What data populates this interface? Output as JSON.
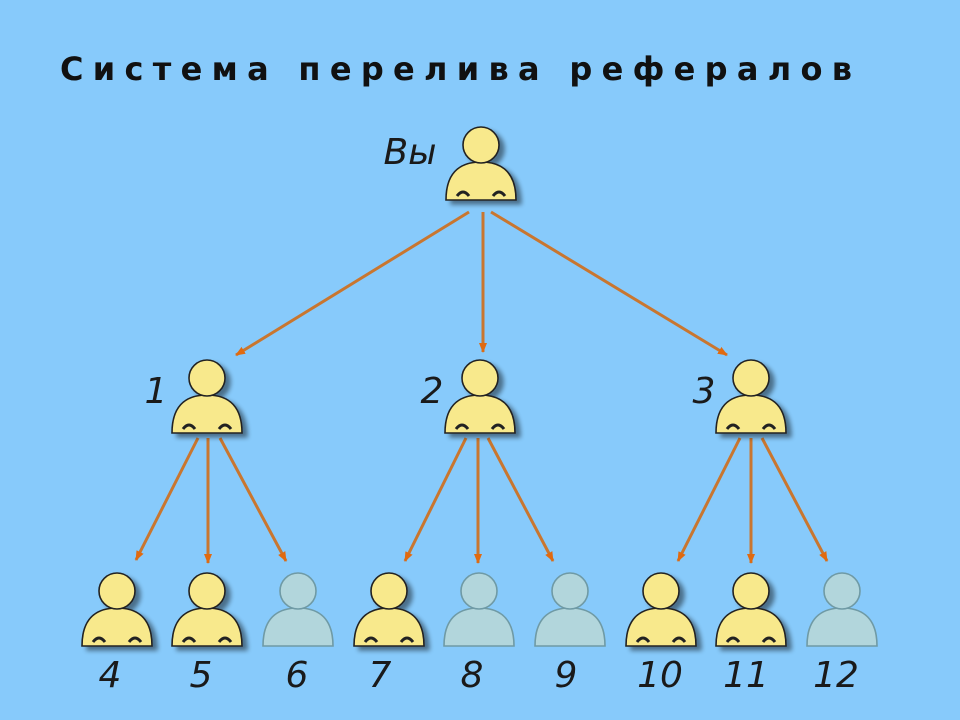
{
  "title": "Система перелива рефералов",
  "nodes": [
    {
      "id": "you",
      "label": "Вы",
      "state": "active"
    },
    {
      "id": "n1",
      "label": "1",
      "state": "active"
    },
    {
      "id": "n2",
      "label": "2",
      "state": "active"
    },
    {
      "id": "n3",
      "label": "3",
      "state": "active"
    },
    {
      "id": "n4",
      "label": "4",
      "state": "active"
    },
    {
      "id": "n5",
      "label": "5",
      "state": "active"
    },
    {
      "id": "n6",
      "label": "6",
      "state": "inactive"
    },
    {
      "id": "n7",
      "label": "7",
      "state": "active"
    },
    {
      "id": "n8",
      "label": "8",
      "state": "inactive"
    },
    {
      "id": "n9",
      "label": "9",
      "state": "inactive"
    },
    {
      "id": "n10",
      "label": "10",
      "state": "active"
    },
    {
      "id": "n11",
      "label": "11",
      "state": "active"
    },
    {
      "id": "n12",
      "label": "12",
      "state": "inactive"
    }
  ],
  "edges": [
    {
      "from": "you",
      "to": "n1"
    },
    {
      "from": "you",
      "to": "n2"
    },
    {
      "from": "you",
      "to": "n3"
    },
    {
      "from": "n1",
      "to": "n4"
    },
    {
      "from": "n1",
      "to": "n5"
    },
    {
      "from": "n1",
      "to": "n6"
    },
    {
      "from": "n2",
      "to": "n7"
    },
    {
      "from": "n2",
      "to": "n8"
    },
    {
      "from": "n2",
      "to": "n9"
    },
    {
      "from": "n3",
      "to": "n10"
    },
    {
      "from": "n3",
      "to": "n11"
    },
    {
      "from": "n3",
      "to": "n12"
    }
  ],
  "colors": {
    "background": "#87CAFB",
    "active_fill": "#F8E98C",
    "inactive_fill": "#B2D6DC",
    "arrow": "#C9762F"
  }
}
